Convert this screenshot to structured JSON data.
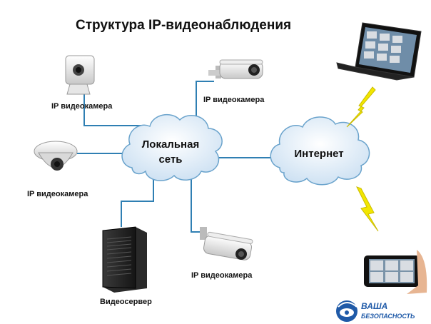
{
  "title": "Структура IP-видеонаблюдения",
  "nodes": {
    "lan": "Локальная\nсеть",
    "internet": "Интернет"
  },
  "labels": {
    "camera_cube": "IP видеокамера",
    "camera_dome": "IP видеокамера",
    "camera_bullet_top": "IP видеокамера",
    "camera_bullet_bottom": "IP видеокамера",
    "server": "Видеосервер"
  },
  "brand": {
    "line1": "ВАША",
    "line2": "БЕЗОПАСНОСТЬ"
  },
  "colors": {
    "line": "#2f7fb3",
    "cloud_fill": "#dbeaf6",
    "cloud_stroke": "#6aa3cc",
    "lightning": "#f2e600",
    "brand": "#1f5aa8"
  },
  "icons": [
    "cube-camera-icon",
    "dome-camera-icon",
    "bullet-camera-icon",
    "server-icon",
    "laptop-icon",
    "tablet-icon",
    "lightning-icon",
    "brand-logo-icon"
  ]
}
